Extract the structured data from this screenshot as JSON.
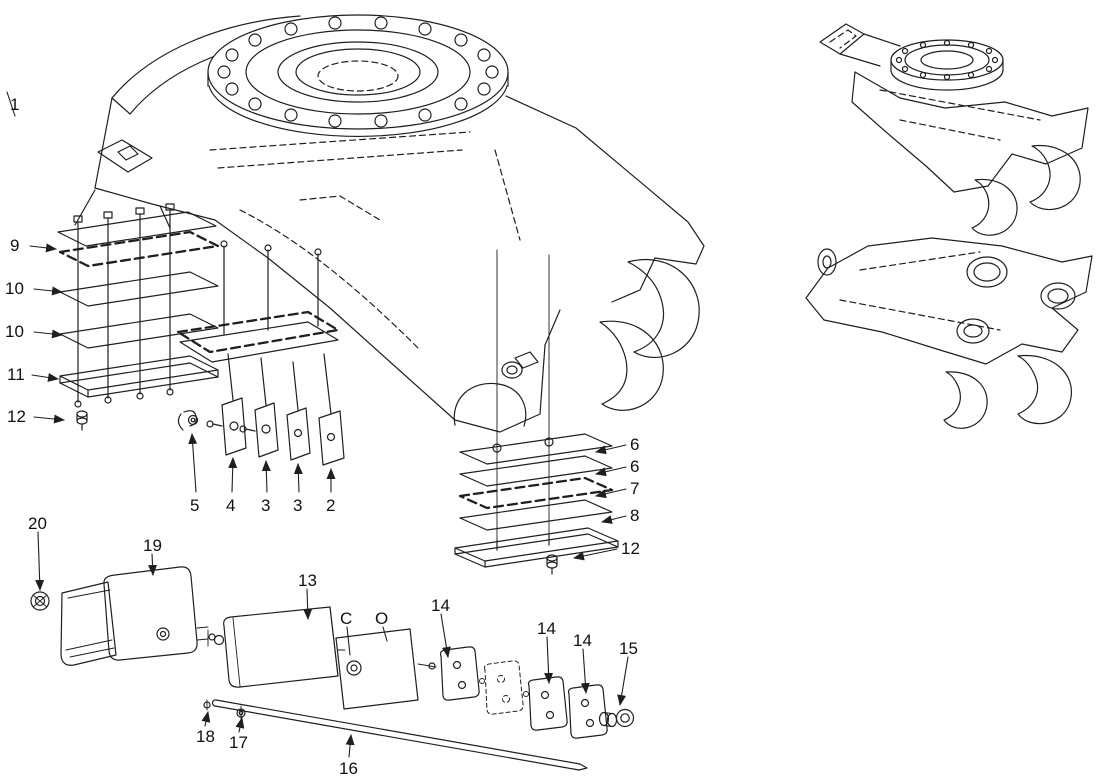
{
  "diagram": {
    "colors": {
      "line": "#1f1f1f",
      "background": "#ffffff"
    },
    "callouts": [
      {
        "label": "1"
      },
      {
        "label": "9"
      },
      {
        "label": "10"
      },
      {
        "label": "10"
      },
      {
        "label": "11"
      },
      {
        "label": "12"
      },
      {
        "label": "5"
      },
      {
        "label": "4"
      },
      {
        "label": "3"
      },
      {
        "label": "3"
      },
      {
        "label": "2"
      },
      {
        "label": "6"
      },
      {
        "label": "6"
      },
      {
        "label": "7"
      },
      {
        "label": "8"
      },
      {
        "label": "12"
      },
      {
        "label": "20"
      },
      {
        "label": "19"
      },
      {
        "label": "13"
      },
      {
        "label": "C"
      },
      {
        "label": "O"
      },
      {
        "label": "14"
      },
      {
        "label": "14"
      },
      {
        "label": "14"
      },
      {
        "label": "15"
      },
      {
        "label": "18"
      },
      {
        "label": "17"
      },
      {
        "label": "16"
      }
    ]
  }
}
